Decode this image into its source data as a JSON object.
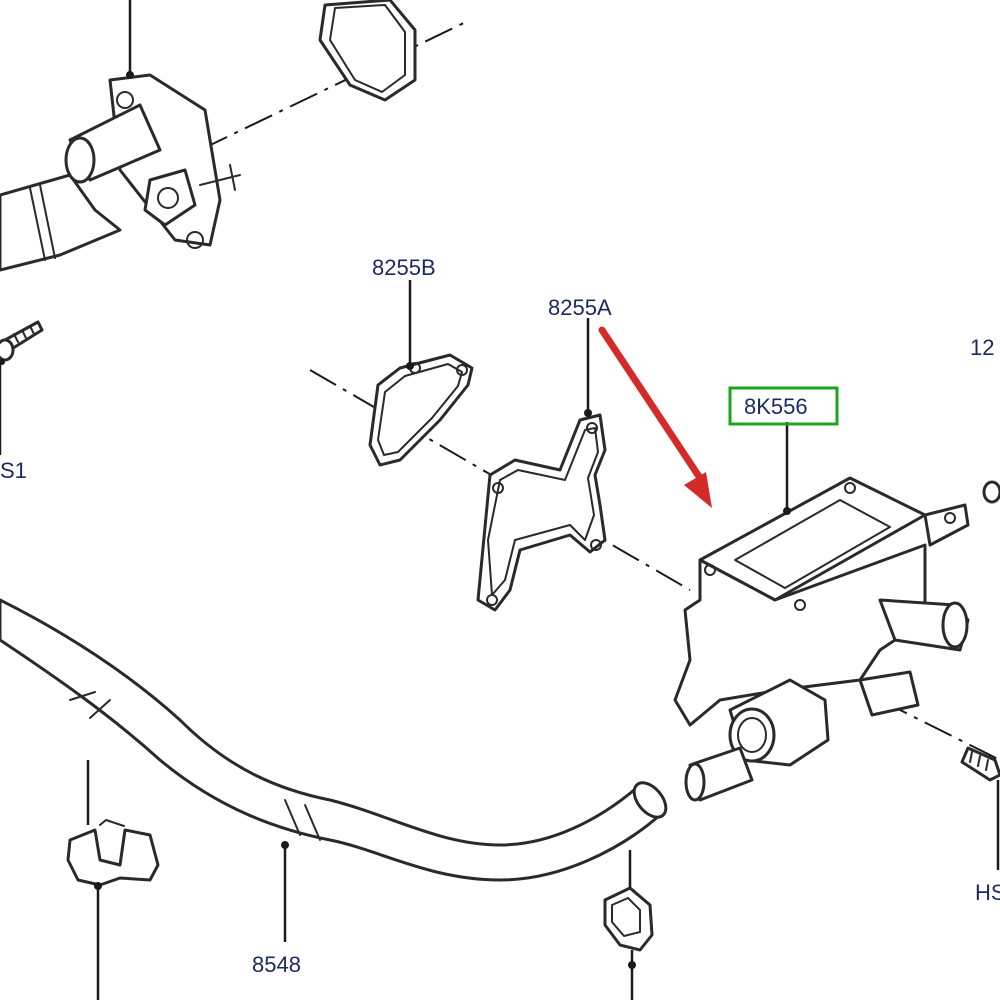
{
  "labels": {
    "gasket_b": "8255B",
    "gasket_a": "8255A",
    "housing": "8K556",
    "hose": "8548",
    "stud_left": "S1",
    "stud_right": "HS",
    "right_edge": "12"
  },
  "colors": {
    "label_text": "#1b2a5e",
    "highlight_box": "#1ca51c",
    "arrow": "#d42a2a",
    "line": "#2a2a2a"
  }
}
